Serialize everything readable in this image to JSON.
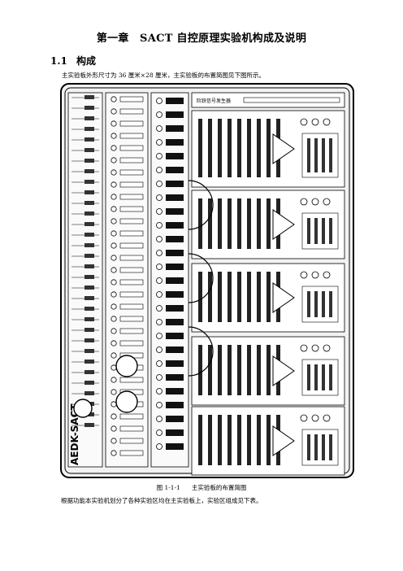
{
  "chapter": {
    "title": "第一章　SACT 自控原理实验机构成及说明"
  },
  "section": {
    "number": "1.1",
    "title": "构成"
  },
  "intro_text": "主实验板外形尺寸为 36 厘米×28 厘米，主实验板的布置简图见下图所示。",
  "figure": {
    "brand_label": "AEDK-SACT",
    "top_strip_label": "阶跃信号发生器",
    "caption_number": "图 1-1-1",
    "caption_text": "主实验板的布置简图"
  },
  "after_text": "根据功能本实验机划分了各种实验区均在主实验板上，实验区组成见下表。"
}
